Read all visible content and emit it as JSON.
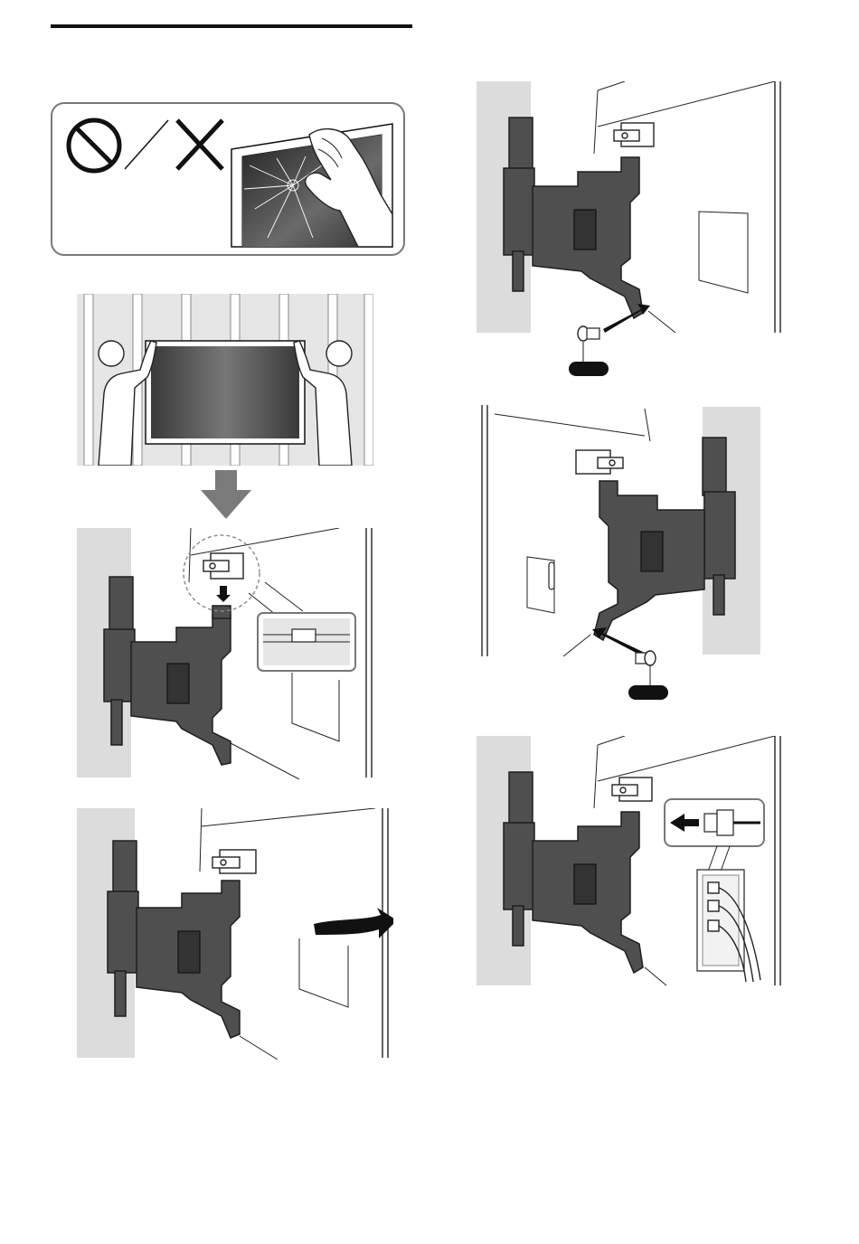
{
  "page": {
    "header_rule": "present"
  },
  "warning_panel": {
    "icons": [
      "prohibited-icon",
      "slash-separator",
      "cross-icon"
    ],
    "illustration": "hand-pressing-cracked-screen"
  },
  "steps": [
    {
      "id": "step-lift-tv",
      "illustration": "two-people-lifting-tv"
    },
    {
      "id": "step-hook-tv",
      "illustration": "hook-onto-bracket"
    },
    {
      "id": "step-close-arm",
      "illustration": "swing-tv-to-wall"
    },
    {
      "id": "step-screw-left",
      "illustration": "insert-left-screw"
    },
    {
      "id": "step-screw-right",
      "illustration": "insert-right-screw"
    },
    {
      "id": "step-connect-cables",
      "illustration": "connect-hdmi-cables"
    }
  ],
  "colors": {
    "wall": "#dcdcdc",
    "bracket": "#4f4f4f",
    "arrow": "#7a7a7a",
    "ink": "#1e1e1e"
  }
}
